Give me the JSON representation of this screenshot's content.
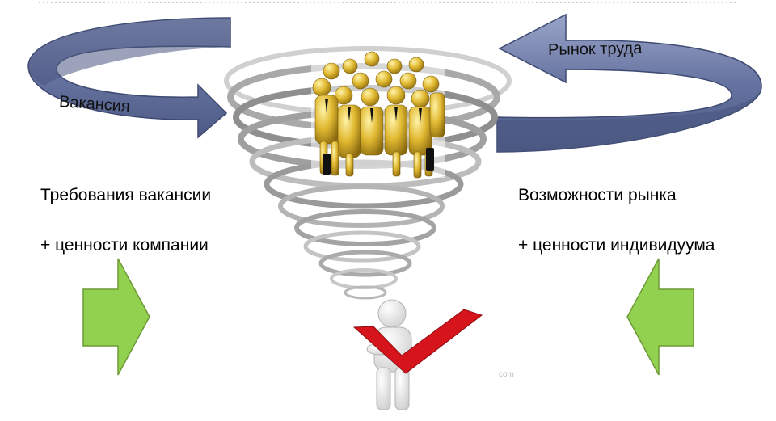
{
  "arrows": {
    "left_label": "Вакансия",
    "right_label": "Рынок труда"
  },
  "left_text": {
    "line1": "Требования вакансии",
    "line2": "+ ценности компании"
  },
  "right_text": {
    "line1": "Возможности рынка",
    "line2": "+ ценности индивидуума"
  },
  "watermark": "com",
  "colors": {
    "curved_arrow": "#5c6991",
    "curved_arrow_light": "#8a96bd",
    "green_arrow": "#92d050",
    "green_arrow_border": "#6c9a36",
    "checkmark": "#d6141c",
    "figure_gold": "#c9a227"
  }
}
